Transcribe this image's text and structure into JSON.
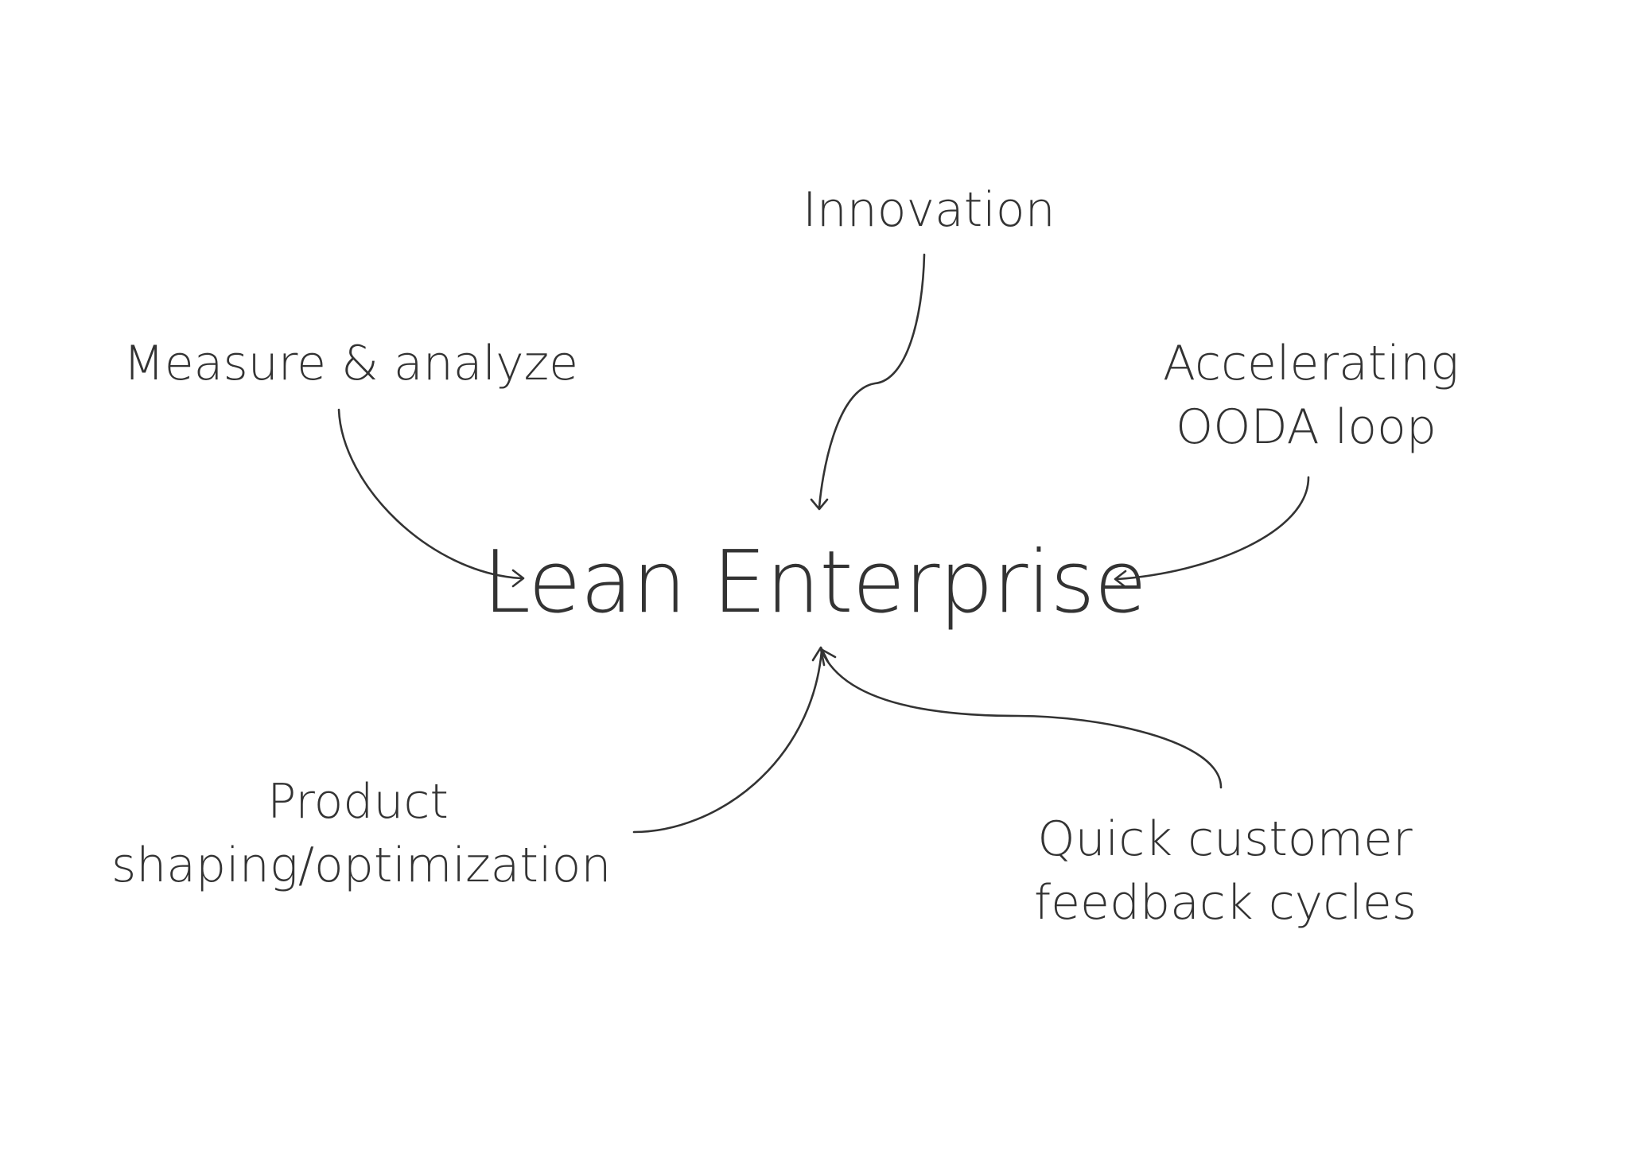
{
  "center": {
    "title": "Lean Enterprise"
  },
  "nodes": {
    "innovation": {
      "lines": [
        "Innovation"
      ]
    },
    "measure": {
      "lines": [
        "Measure & analyze"
      ]
    },
    "ooda": {
      "lines": [
        "Accelerating",
        "OODA loop"
      ]
    },
    "product": {
      "lines": [
        "Product",
        "shaping/optimization"
      ]
    },
    "feedback": {
      "lines": [
        "Quick customer",
        "feedback cycles"
      ]
    }
  },
  "colors": {
    "text": "#333333",
    "arrow": "#333333",
    "background": "#ffffff"
  }
}
